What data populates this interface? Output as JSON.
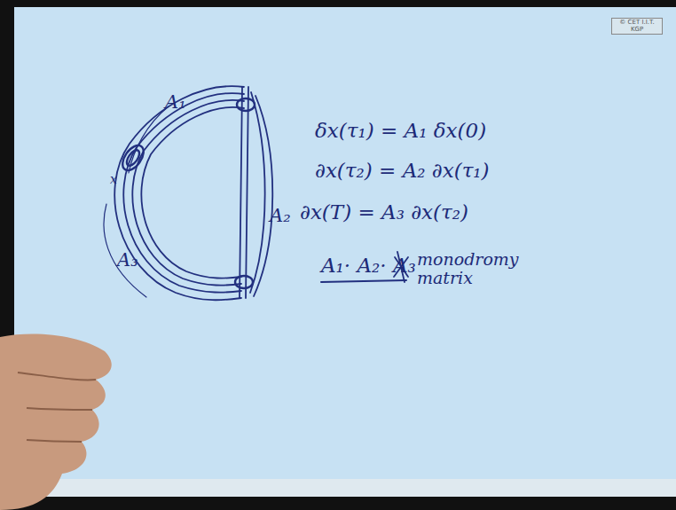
{
  "diagram": {
    "labels": [
      "© CET I.I.T. KGP",
      "A₁",
      "A₂",
      "A₃",
      "x",
      "δx(τ₁) = A₁ δx(0)",
      "∂x(τ₂) = A₂ ∂x(τ₁)",
      "∂x(T) = A₃ ∂x(τ₂)",
      "A₁· A₂· A₃",
      "monodromy matrix"
    ]
  }
}
